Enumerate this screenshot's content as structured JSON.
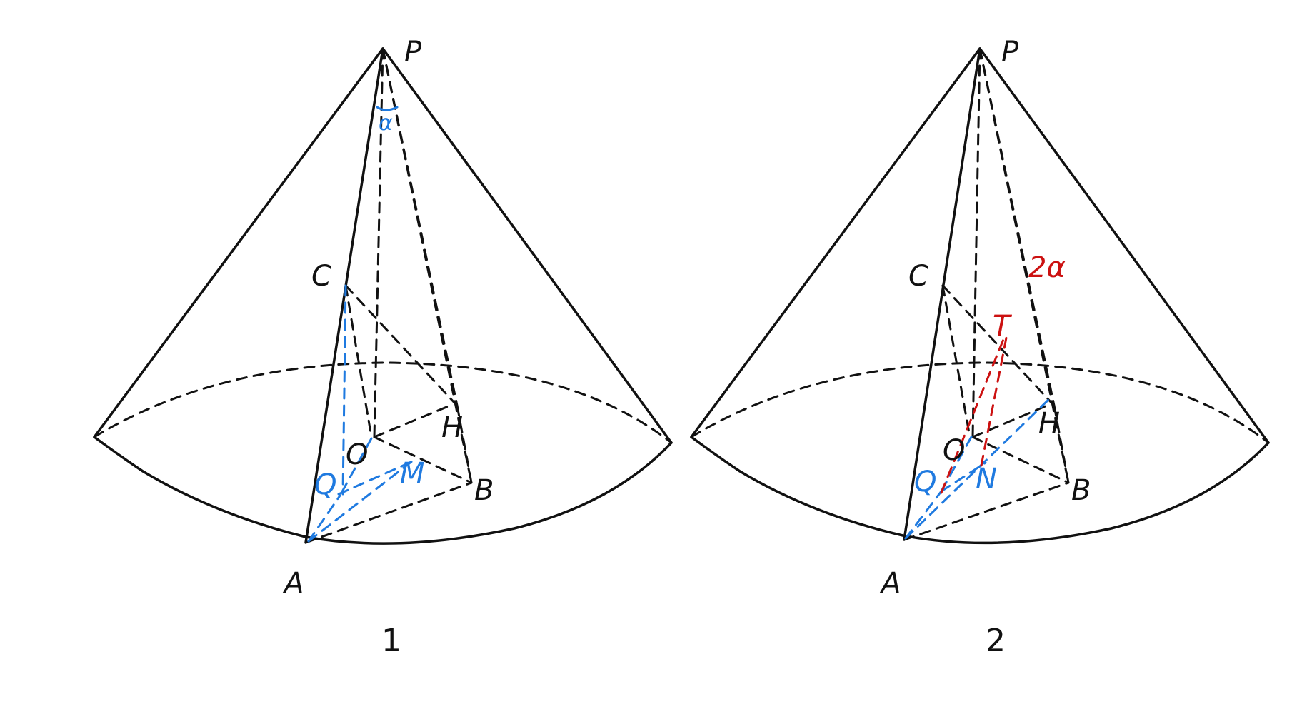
{
  "colors": {
    "ink": "#111111",
    "blue": "#1f7ae0",
    "red": "#cc1111"
  },
  "figure1": {
    "caption": "1",
    "labels": {
      "P": "P",
      "C": "C",
      "O": "O",
      "H": "H",
      "Q": "Q",
      "M": "M",
      "B": "B",
      "A": "A",
      "alpha": "α"
    }
  },
  "figure2": {
    "caption": "2",
    "labels": {
      "P": "P",
      "C": "C",
      "O": "O",
      "H": "H",
      "Q": "Q",
      "N": "N",
      "B": "B",
      "A": "A",
      "T": "T",
      "two_alpha": "2α"
    }
  }
}
